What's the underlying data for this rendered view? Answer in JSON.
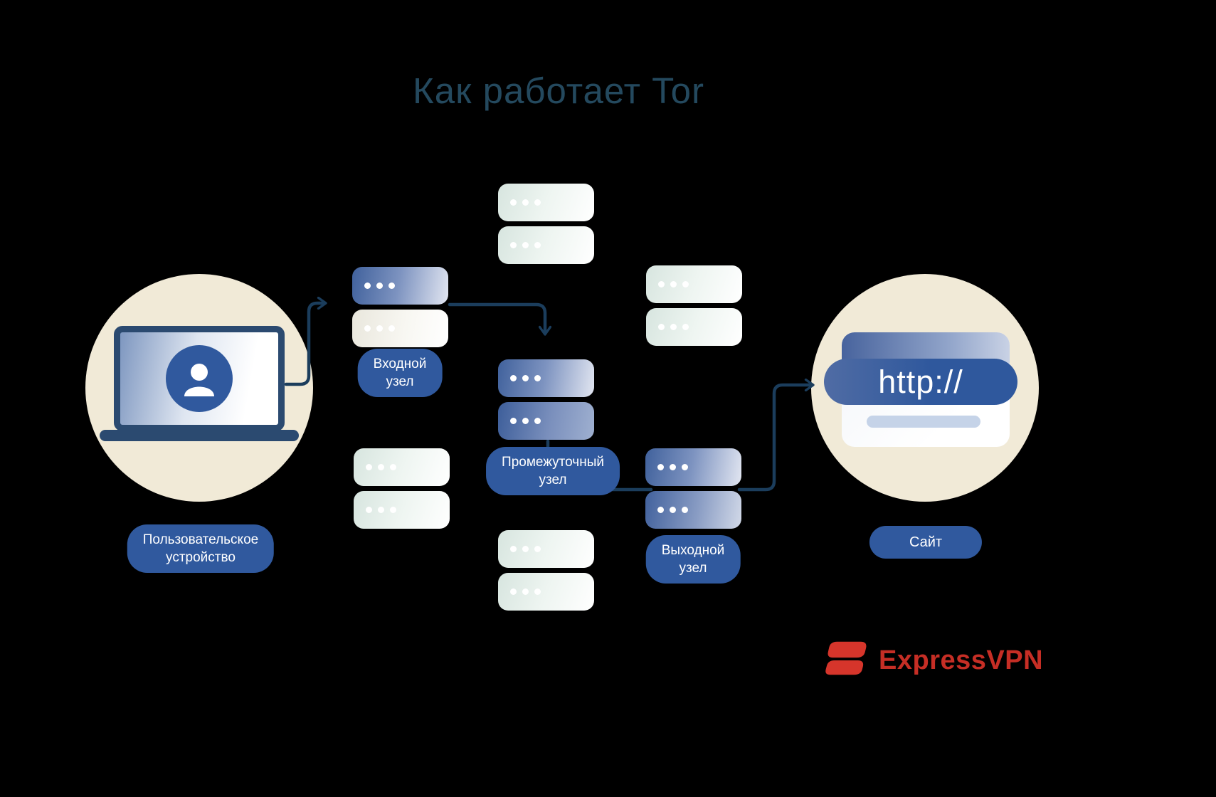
{
  "title": "Как работает Tor",
  "device": {
    "line1": "Пользовательское",
    "line2": "устройство"
  },
  "entry_node": {
    "line1": "Входной",
    "line2": "узел"
  },
  "middle_node": {
    "line1": "Промежуточный",
    "line2": "узел"
  },
  "exit_node": {
    "line1": "Выходной",
    "line2": "узел"
  },
  "site": {
    "label": "Сайт",
    "address": "http://"
  },
  "brand": {
    "name": "ExpressVPN"
  },
  "icons": {
    "device": "laptop-with-user-avatar-icon",
    "relay": "server-stack-icon",
    "website": "browser-window-icon",
    "brand": "expressvpn-icon"
  },
  "colors": {
    "background": "#000000",
    "badge_blue": "#30599e",
    "circle_beige": "#f1ead7",
    "arrow_navy": "#1b3d5c",
    "server_blue": "#40619c",
    "server_mint": "#d7e5df",
    "title": "#24495e",
    "brand_red": "#d6352b"
  }
}
